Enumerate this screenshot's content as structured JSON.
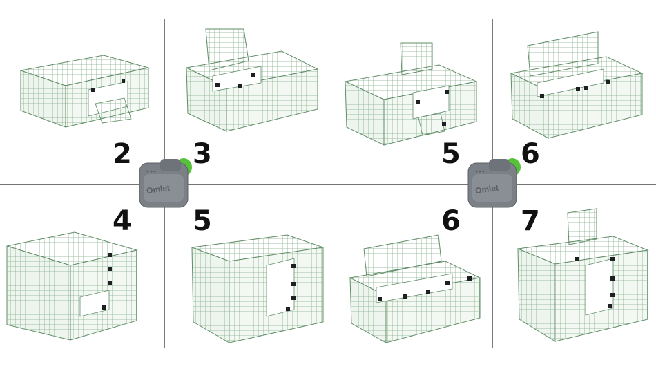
{
  "step_labels": {
    "top_left": "2",
    "top_center_left": "3",
    "top_center_right": "5",
    "top_right": "6",
    "bottom_left": "4",
    "bottom_center_left": "5",
    "bottom_center_right": "6",
    "bottom_right": "7"
  },
  "device_brand": "Omlet",
  "colors": {
    "mesh": "#7ea884",
    "mesh_frame": "#5f8c66",
    "panel_fill": "#eef5ee",
    "device_body": "#7b7f86",
    "device_cap": "#58c13a",
    "divider": "#222222",
    "clip": "#1d1f22"
  },
  "icons": [
    "coop-mesh-run-icon",
    "omlet-autodoor-device-icon"
  ]
}
